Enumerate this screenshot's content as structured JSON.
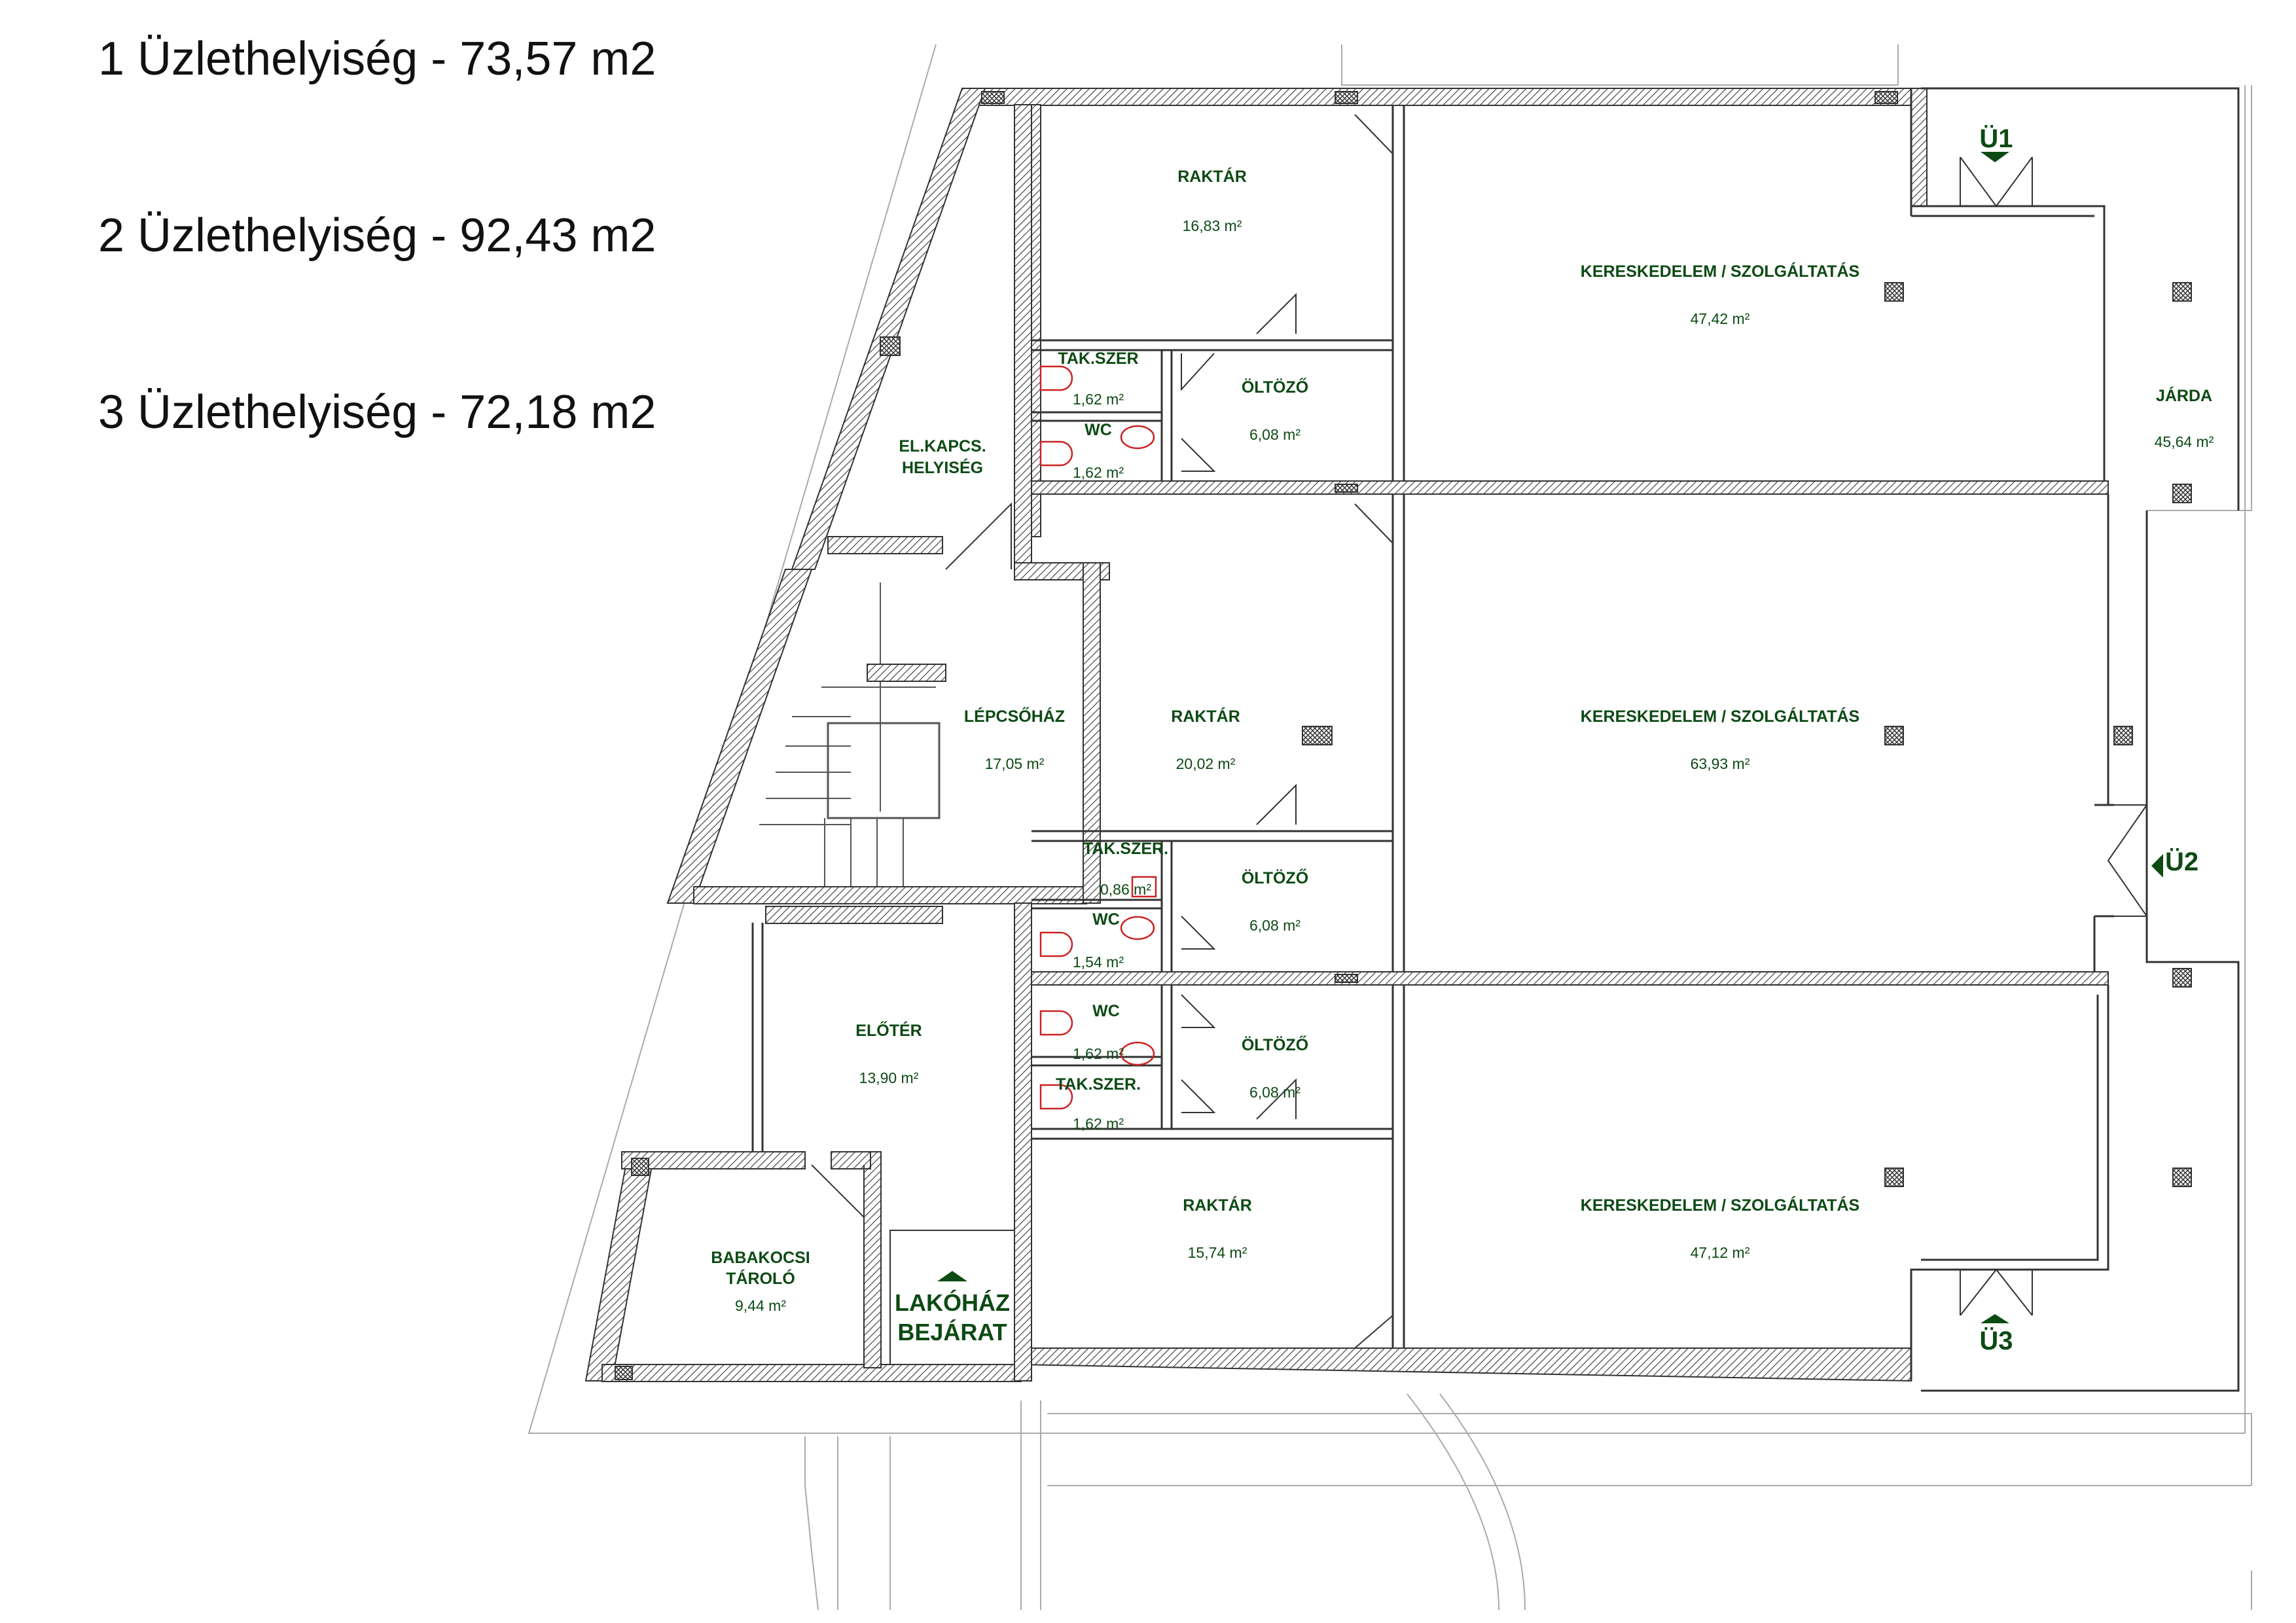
{
  "summary": [
    "1 Üzlethelyiség - 73,57 m2",
    "2 Üzlethelyiség - 92,43 m2",
    "3 Üzlethelyiség - 72,18 m2"
  ],
  "rooms": {
    "raktar1": {
      "name": "RAKTÁR",
      "area": "16,83 m²"
    },
    "ker1": {
      "name": "KERESKEDELEM / SZOLGÁLTATÁS",
      "area": "47,42 m²"
    },
    "jarda": {
      "name": "JÁRDA",
      "area": "45,64 m²"
    },
    "takszer1": {
      "name": "TAK.SZER",
      "area": "1,62 m²"
    },
    "wc1": {
      "name": "WC",
      "area": "1,62 m²"
    },
    "oltozo1": {
      "name": "ÖLTÖZŐ",
      "area": "6,08 m²"
    },
    "elkapcs": {
      "name1": "EL.KAPCS.",
      "name2": "HELYISÉG"
    },
    "lepcsohaz": {
      "name": "LÉPCSŐHÁZ",
      "area": "17,05 m²"
    },
    "raktar2": {
      "name": "RAKTÁR",
      "area": "20,02 m²"
    },
    "ker2": {
      "name": "KERESKEDELEM / SZOLGÁLTATÁS",
      "area": "63,93 m²"
    },
    "takszer2": {
      "name": "TAK.SZER.",
      "area": "0,86 m²"
    },
    "oltozo2": {
      "name": "ÖLTÖZŐ",
      "area": "6,08 m²"
    },
    "wc2": {
      "name": "WC",
      "area": "1,54 m²"
    },
    "eloter": {
      "name": "ELŐTÉR",
      "area": "13,90 m²"
    },
    "wc3": {
      "name": "WC",
      "area": "1,62 m²"
    },
    "oltozo3": {
      "name": "ÖLTÖZŐ",
      "area": "6,08 m²"
    },
    "takszer3": {
      "name": "TAK.SZER.",
      "area": "1,62 m²"
    },
    "babakocsi": {
      "name1": "BABAKOCSI",
      "name2": "TÁROLÓ",
      "area": "9,44 m²"
    },
    "raktar3": {
      "name": "RAKTÁR",
      "area": "15,74 m²"
    },
    "ker3": {
      "name": "KERESKEDELEM / SZOLGÁLTATÁS",
      "area": "47,12 m²"
    }
  },
  "entrances": {
    "u1": "Ü1",
    "u2": "Ü2",
    "u3": "Ü3",
    "lakohaz1": "LAKÓHÁZ",
    "lakohaz2": "BEJÁRAT"
  },
  "colors": {
    "label": "#0d4a14",
    "wall": "#333333",
    "fixture": "#cc2222"
  }
}
